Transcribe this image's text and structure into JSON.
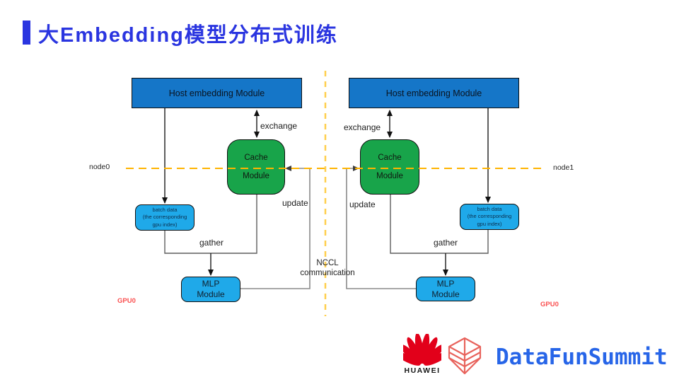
{
  "title": {
    "text": "大Embedding模型分布式训练"
  },
  "colors": {
    "title_accent": "#2A35E0",
    "host_fill": "#1576C8",
    "cache_fill": "#18A44A",
    "gpu_module_fill": "#1FA9E9",
    "dashed_horizontal": "#FFB400",
    "dashed_vertical": "#FFCF4D",
    "gpu_text": "#FA5050",
    "huawei_red": "#E2001A",
    "datafun_red": "#E8635C",
    "summit_blue": "#2765E8"
  },
  "diagram": {
    "host_label": "Host embedding Module",
    "cache": {
      "line1": "Cache",
      "line2": "Module"
    },
    "batch": {
      "line1": "batch data",
      "line2": "(the corresponding",
      "line3": "gpu index)"
    },
    "mlp": {
      "line1": "MLP",
      "line2": "Module"
    },
    "labels": {
      "exchange": "exchange",
      "update": "update",
      "gather": "gather",
      "nccl1": "NCCL",
      "nccl2": "communication",
      "node0": "node0",
      "node1": "node1",
      "gpu0": "GPU0"
    }
  },
  "footer": {
    "huawei": "HUAWEI",
    "summit": "DataFunSummit"
  }
}
